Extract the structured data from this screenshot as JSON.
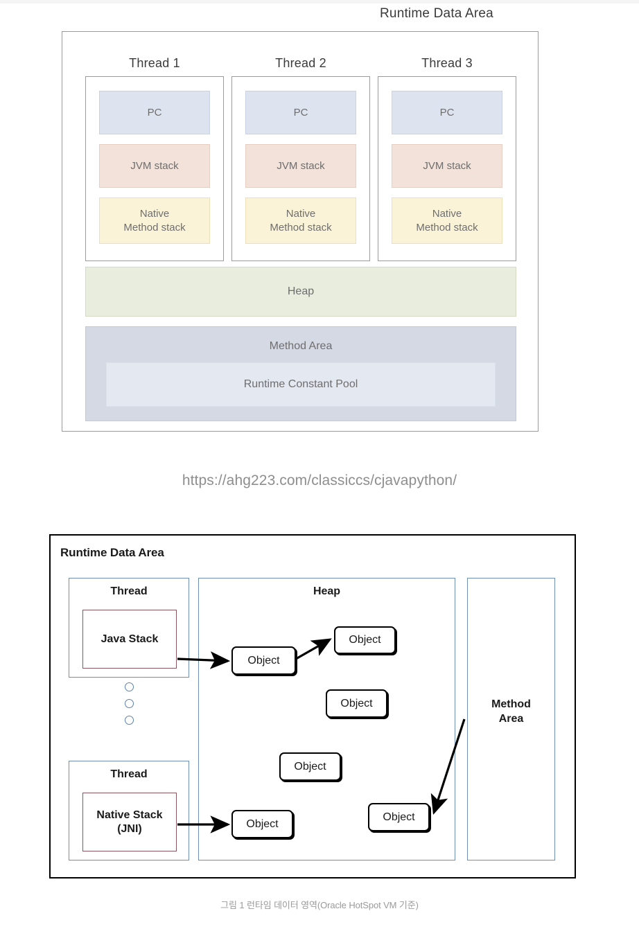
{
  "page": {
    "background_color": "#ffffff"
  },
  "figure_top": {
    "title": "Runtime Data Area",
    "threads": [
      {
        "label": "Thread 1",
        "cells": [
          {
            "name": "pc",
            "label": "PC",
            "color": "#dde4f0"
          },
          {
            "name": "jvm-stack",
            "label": "JVM stack",
            "color": "#f2e2d9"
          },
          {
            "name": "native-method-stack",
            "label": "Native\nMethod stack",
            "line1": "Native",
            "line2": "Method stack",
            "color": "#fbf3d7"
          }
        ]
      },
      {
        "label": "Thread 2",
        "cells": [
          {
            "name": "pc",
            "label": "PC",
            "color": "#dde4f0"
          },
          {
            "name": "jvm-stack",
            "label": "JVM stack",
            "color": "#f2e2d9"
          },
          {
            "name": "native-method-stack",
            "line1": "Native",
            "line2": "Method stack",
            "color": "#fbf3d7"
          }
        ]
      },
      {
        "label": "Thread 3",
        "cells": [
          {
            "name": "pc",
            "label": "PC",
            "color": "#dde4f0"
          },
          {
            "name": "jvm-stack",
            "label": "JVM stack",
            "color": "#f2e2d9"
          },
          {
            "name": "native-method-stack",
            "line1": "Native",
            "line2": "Method stack",
            "color": "#fbf3d7"
          }
        ]
      }
    ],
    "heap_label": "Heap",
    "heap_color": "#e8eddd",
    "method_area_label": "Method Area",
    "method_area_color": "#d4d9e4",
    "runtime_constant_pool_label": "Runtime Constant Pool",
    "runtime_constant_pool_color": "#e3e8f1"
  },
  "url_caption": {
    "text": "https://ahg223.com/classiccs/cjavapython/"
  },
  "figure_bottom": {
    "title": "Runtime Data Area",
    "thread_top": {
      "label": "Thread",
      "stack_label": "Java Stack"
    },
    "thread_bottom": {
      "label": "Thread",
      "stack_line1": "Native Stack",
      "stack_line2": "(JNI)"
    },
    "heap_label": "Heap",
    "method_area_line1": "Method",
    "method_area_line2": "Area",
    "objects": [
      {
        "id": "obj-a",
        "label": "Object"
      },
      {
        "id": "obj-b",
        "label": "Object"
      },
      {
        "id": "obj-c",
        "label": "Object"
      },
      {
        "id": "obj-d",
        "label": "Object"
      },
      {
        "id": "obj-e",
        "label": "Object"
      },
      {
        "id": "obj-f",
        "label": "Object"
      }
    ],
    "border_colors": {
      "outer": "#000000",
      "panel": "#6f8fb5",
      "stack": "#8c545c",
      "object": "#000000",
      "dot": "#5b82b0"
    }
  },
  "figure_caption": {
    "text": "그림 1 런타임 데이터 영역(Oracle HotSpot VM 기준)"
  }
}
